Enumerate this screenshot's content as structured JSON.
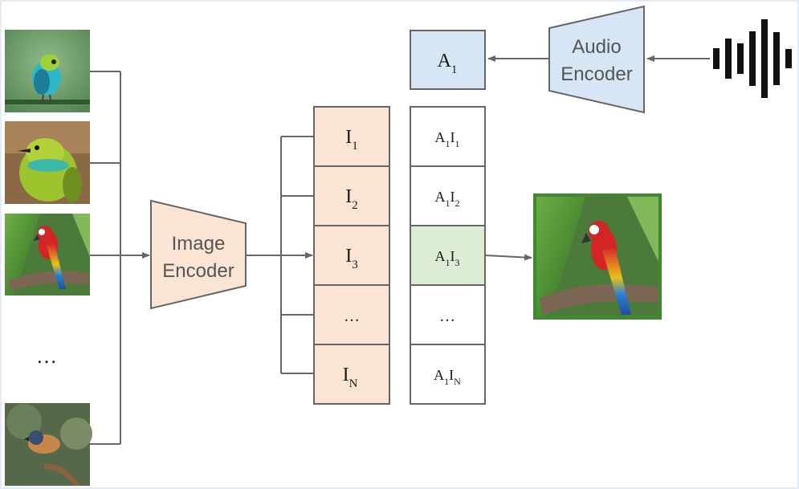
{
  "audio_encoder": {
    "line1": "Audio",
    "line2": "Encoder"
  },
  "image_encoder": {
    "line1": "Image",
    "line2": "Encoder"
  },
  "audio_embedding": {
    "base": "A",
    "sub": "1"
  },
  "image_embeddings": [
    {
      "base": "I",
      "sub": "1"
    },
    {
      "base": "I",
      "sub": "2"
    },
    {
      "base": "I",
      "sub": "3"
    },
    {
      "text": "…"
    },
    {
      "base": "I",
      "sub": "N"
    }
  ],
  "similarity_scores": [
    {
      "a": "A",
      "a_sub": "1",
      "i": "I",
      "i_sub": "1"
    },
    {
      "a": "A",
      "a_sub": "1",
      "i": "I",
      "i_sub": "2"
    },
    {
      "a": "A",
      "a_sub": "1",
      "i": "I",
      "i_sub": "3",
      "selected": true
    },
    {
      "text": "…"
    },
    {
      "a": "A",
      "a_sub": "1",
      "i": "I",
      "i_sub": "N"
    }
  ],
  "input_images": [
    "bird-teal-tanager",
    "bird-green-bee-eater",
    "bird-macaw",
    "bird-finch"
  ],
  "input_ellipsis": "…",
  "result_image": "bird-macaw",
  "colors": {
    "image_encoder_fill": "#fbe4d3",
    "audio_encoder_fill": "#d6e6f5",
    "image_embedding_fill": "#fbe4d3",
    "audio_embedding_fill": "#d6e6f5",
    "selected_fill": "#dcecd5",
    "selected_border": "#3f8a2e",
    "stroke": "#666666"
  }
}
